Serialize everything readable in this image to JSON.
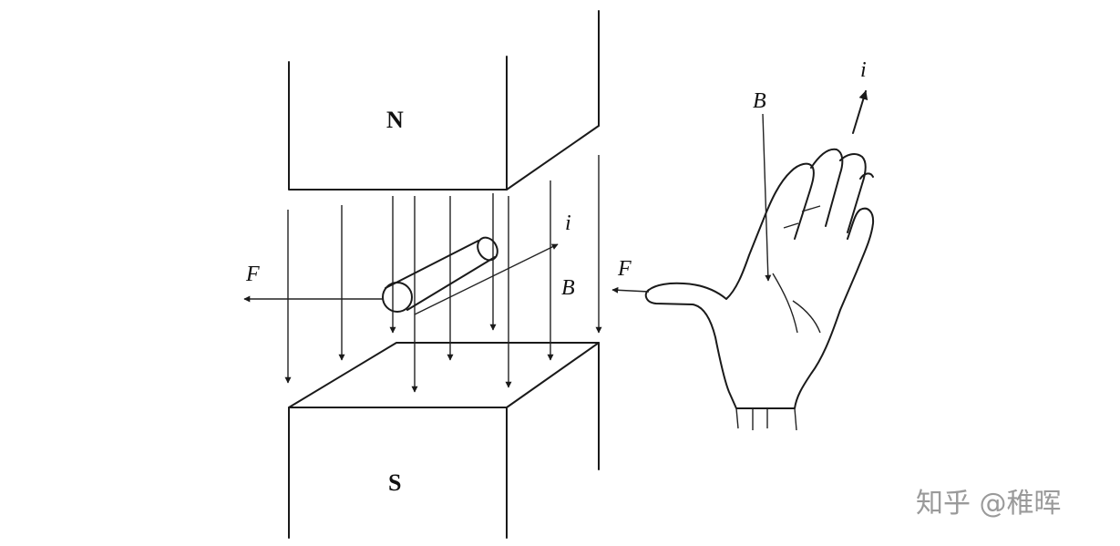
{
  "labels": {
    "north_pole": "N",
    "south_pole": "S",
    "force_left": "F",
    "current_left": "i",
    "field_left": "B",
    "field_hand": "B",
    "current_hand": "i",
    "force_hand": "F"
  },
  "watermark": "知乎 @稚晖",
  "colors": {
    "line": "#1a1a1a",
    "watermark": "#9a9a9a"
  }
}
